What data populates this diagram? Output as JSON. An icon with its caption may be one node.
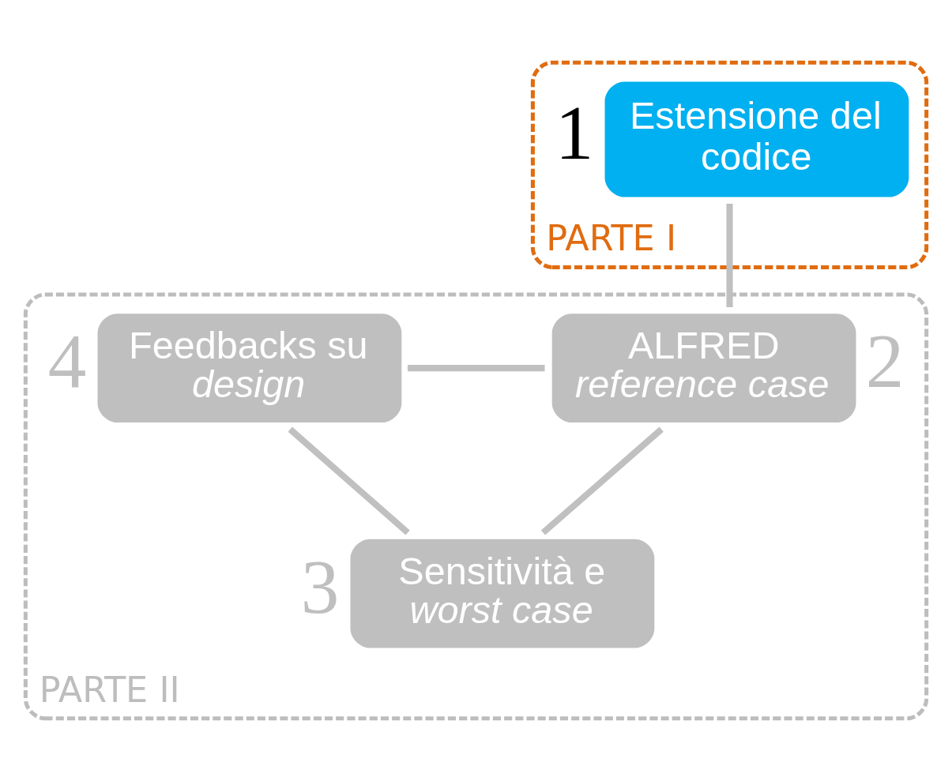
{
  "diagram": {
    "nodes": [
      {
        "text": [
          "PARTE I"
        ]
      },
      {
        "text": [
          "Estensione del codice"
        ],
        "beside": [
          "1"
        ],
        "in": 0
      },
      {
        "text": [
          "PARTE II"
        ]
      },
      {
        "text": [
          "Feedbacks su *design*"
        ],
        "beside": [
          "4"
        ],
        "in": 2
      },
      {
        "text": [
          "ALFRED *reference case*"
        ],
        "beside": [
          "2"
        ],
        "in": 2
      },
      {
        "text": [
          "Sensitività e *worst case*"
        ],
        "beside": [
          "3"
        ],
        "in": 2
      }
    ],
    "edges": [
      {
        "from": 1,
        "to": 4,
        "arrow": "none"
      },
      {
        "from": 4,
        "to": 5,
        "arrow": "none"
      },
      {
        "from": 5,
        "to": 3,
        "arrow": "none"
      },
      {
        "from": 3,
        "to": 4,
        "arrow": "none"
      }
    ]
  }
}
